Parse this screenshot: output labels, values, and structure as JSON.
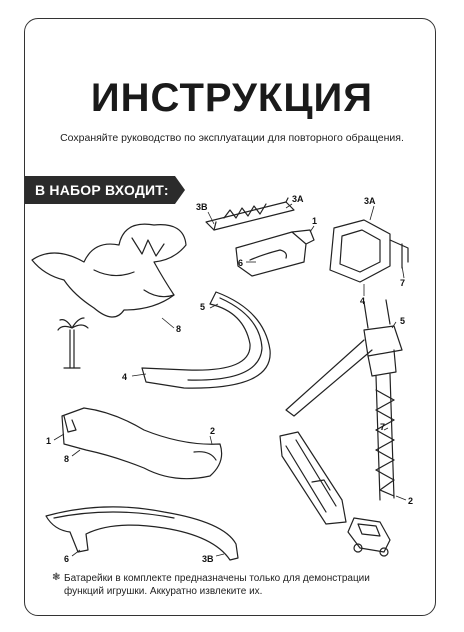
{
  "title": "ИНСТРУКЦИЯ",
  "subtitle": "Сохраняйте руководство по эксплуатации для повторного обращения.",
  "banner": {
    "text": "В НАБОР ВХОДИТ:"
  },
  "labels": {
    "l3b_top": "3В",
    "l3a_top": "3А",
    "l1_top": "1",
    "l6": "6",
    "l3a_right": "3А",
    "l7_right": "7",
    "l4_right": "4",
    "l5_mid": "5",
    "l8_left": "8",
    "l4_left": "4",
    "l5_tower": "5",
    "l7_tower": "7",
    "l2_tower": "2",
    "l1_left": "1",
    "l8_bottom": "8",
    "l2_mid": "2",
    "l6_bottom": "6",
    "l3b_bottom": "3В"
  },
  "note": {
    "text": "Батарейки в комплекте предназначены только для демонстрации функций игрушки. Аккуратно извлеките их."
  },
  "icons": {
    "note": "battery-note-icon"
  }
}
